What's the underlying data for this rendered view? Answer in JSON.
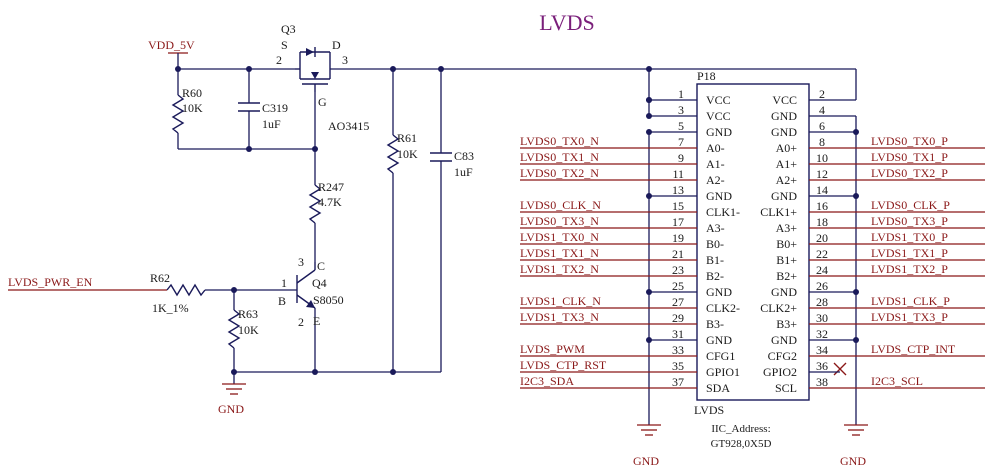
{
  "title": "LVDS",
  "power": {
    "vdd": "VDD_5V",
    "gnd": "GND"
  },
  "parts": {
    "q3": {
      "ref": "Q3",
      "pin_s": "S",
      "pin_d": "D",
      "pin_g": "G",
      "p2": "2",
      "p3": "3",
      "value": "AO3415"
    },
    "r60": {
      "ref": "R60",
      "value": "10K"
    },
    "c319": {
      "ref": "C319",
      "value": "1uF"
    },
    "r61": {
      "ref": "R61",
      "value": "10K"
    },
    "c83": {
      "ref": "C83",
      "value": "1uF"
    },
    "r247": {
      "ref": "R247",
      "value": "4.7K"
    },
    "q4": {
      "ref": "Q4",
      "value": "S8050",
      "pin_b": "B",
      "pin_c": "C",
      "pin_e": "E",
      "p1": "1",
      "p2": "2",
      "p3": "3"
    },
    "r62": {
      "ref": "R62",
      "value": "1K_1%"
    },
    "r63": {
      "ref": "R63",
      "value": "10K"
    }
  },
  "pwr_en": "LVDS_PWR_EN",
  "connector": {
    "ref": "P18",
    "name": "LVDS",
    "note1": "IIC_Address:",
    "note2": "GT928,0X5D",
    "rows": [
      {
        "lp": "1",
        "li": "VCC",
        "ri": "VCC",
        "rp": "2",
        "ln": "",
        "rn": ""
      },
      {
        "lp": "3",
        "li": "VCC",
        "ri": "GND",
        "rp": "4",
        "ln": "",
        "rn": ""
      },
      {
        "lp": "5",
        "li": "GND",
        "ri": "GND",
        "rp": "6",
        "ln": "",
        "rn": ""
      },
      {
        "lp": "7",
        "li": "A0-",
        "ri": "A0+",
        "rp": "8",
        "ln": "LVDS0_TX0_N",
        "rn": "LVDS0_TX0_P"
      },
      {
        "lp": "9",
        "li": "A1-",
        "ri": "A1+",
        "rp": "10",
        "ln": "LVDS0_TX1_N",
        "rn": "LVDS0_TX1_P"
      },
      {
        "lp": "11",
        "li": "A2-",
        "ri": "A2+",
        "rp": "12",
        "ln": "LVDS0_TX2_N",
        "rn": "LVDS0_TX2_P"
      },
      {
        "lp": "13",
        "li": "GND",
        "ri": "GND",
        "rp": "14",
        "ln": "",
        "rn": ""
      },
      {
        "lp": "15",
        "li": "CLK1-",
        "ri": "CLK1+",
        "rp": "16",
        "ln": "LVDS0_CLK_N",
        "rn": "LVDS0_CLK_P"
      },
      {
        "lp": "17",
        "li": "A3-",
        "ri": "A3+",
        "rp": "18",
        "ln": "LVDS0_TX3_N",
        "rn": "LVDS0_TX3_P"
      },
      {
        "lp": "19",
        "li": "B0-",
        "ri": "B0+",
        "rp": "20",
        "ln": "LVDS1_TX0_N",
        "rn": "LVDS1_TX0_P"
      },
      {
        "lp": "21",
        "li": "B1-",
        "ri": "B1+",
        "rp": "22",
        "ln": "LVDS1_TX1_N",
        "rn": "LVDS1_TX1_P"
      },
      {
        "lp": "23",
        "li": "B2-",
        "ri": "B2+",
        "rp": "24",
        "ln": "LVDS1_TX2_N",
        "rn": "LVDS1_TX2_P"
      },
      {
        "lp": "25",
        "li": "GND",
        "ri": "GND",
        "rp": "26",
        "ln": "",
        "rn": ""
      },
      {
        "lp": "27",
        "li": "CLK2-",
        "ri": "CLK2+",
        "rp": "28",
        "ln": "LVDS1_CLK_N",
        "rn": "LVDS1_CLK_P"
      },
      {
        "lp": "29",
        "li": "B3-",
        "ri": "B3+",
        "rp": "30",
        "ln": "LVDS1_TX3_N",
        "rn": "LVDS1_TX3_P"
      },
      {
        "lp": "31",
        "li": "GND",
        "ri": "GND",
        "rp": "32",
        "ln": "",
        "rn": ""
      },
      {
        "lp": "33",
        "li": "CFG1",
        "ri": "CFG2",
        "rp": "34",
        "ln": "LVDS_PWM",
        "rn": "LVDS_CTP_INT"
      },
      {
        "lp": "35",
        "li": "GPIO1",
        "ri": "GPIO2",
        "rp": "36",
        "ln": "LVDS_CTP_RST",
        "rn": ""
      },
      {
        "lp": "37",
        "li": "SDA",
        "ri": "SCL",
        "rp": "38",
        "ln": "I2C3_SDA",
        "rn": "I2C3_SCL"
      }
    ]
  }
}
